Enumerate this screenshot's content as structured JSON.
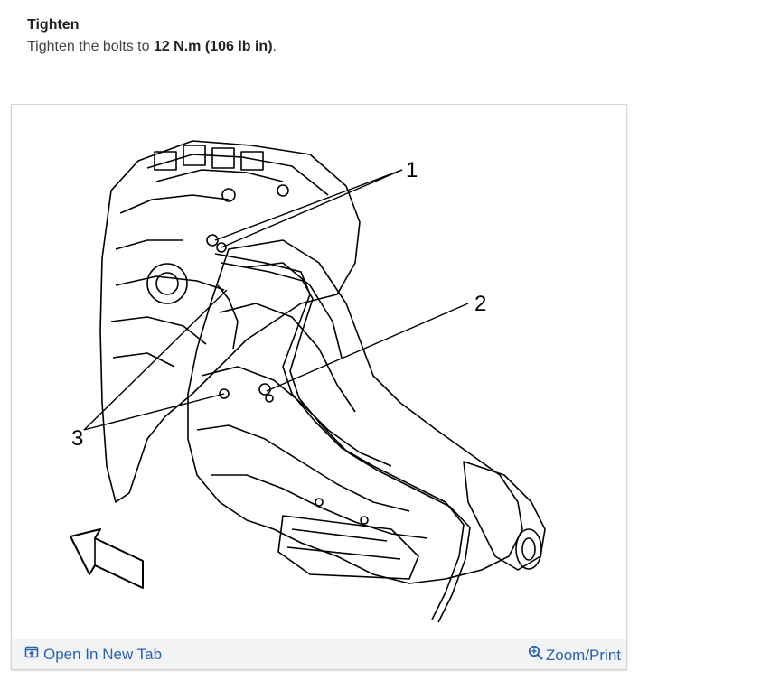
{
  "step": {
    "heading": "Tighten",
    "text_before": "Tighten the bolts to ",
    "torque": "12 N.m (106 lb in)",
    "text_after": "."
  },
  "figure": {
    "callouts": [
      {
        "label": "1"
      },
      {
        "label": "2"
      },
      {
        "label": "3"
      }
    ],
    "toolbar": {
      "open_tab_label": "Open In New Tab",
      "zoom_print_label": "Zoom/Print",
      "open_tab_icon": "open-in-new-tab-icon",
      "zoom_icon": "zoom-in-icon"
    }
  },
  "colors": {
    "link": "#2a62b0",
    "toolbar_bg": "#f1f3f5",
    "card_border": "#d5d5d5"
  }
}
